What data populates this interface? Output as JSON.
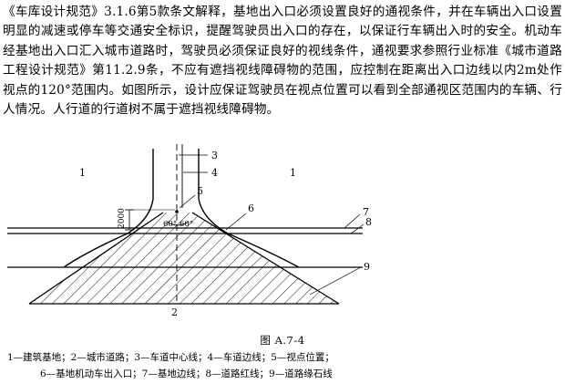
{
  "paragraph": "《车库设计规范》3.1.6第5款条文解释，基地出入口必须设置良好的通视条件，并在车辆出入口设置明显的减速或停车等交通安全标识，提醒驾驶员出入口的存在，以保证行车辆出入时的安全。机动车经基地出入口汇入城市道路时，驾驶员必须保证良好的视线条件，通视要求参照行业标准《城市道路工程设计规范》第11.2.9条，不应有遮挡视线障碍物的范围，应控制在距离出入口边线以内2m处作视点的120°范围内。如图所示，设计应保证驾驶员在视点位置可以看到全部通视区范围内的车辆、行人情况。人行道的行道树不属于遮挡视线障碍物。",
  "figure": {
    "labels": {
      "n1_left": "1",
      "n1_right": "1",
      "n2": "2",
      "n3": "3",
      "n4": "4",
      "n5": "5",
      "n6": "6",
      "n7": "7",
      "n8": "8",
      "n9": "9",
      "dim_2000": "2000",
      "angle_left": "60°",
      "angle_right": "60°"
    },
    "caption": "图 A.7-4",
    "legend_line1": "1—建筑基地；2—城市道路；3—车道中心线；4—车道边线；5—视点位置；",
    "legend_line2": "6—基地机动车出入口；7—基地边线；8—道路红线；9—道路缘石线"
  }
}
